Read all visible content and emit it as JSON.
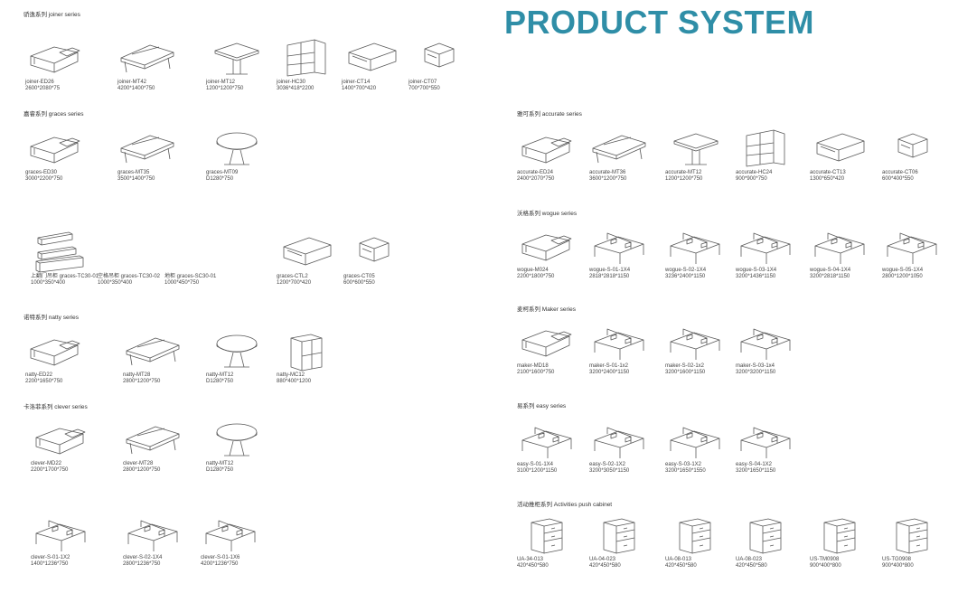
{
  "title": "PRODUCT SYSTEM",
  "colors": {
    "title": "#2f8ea7",
    "line": "#5a5a5a",
    "text": "#444444"
  },
  "series": [
    {
      "label": "骄逸系列 joiner series",
      "items": [
        {
          "model": "joiner-ED26",
          "size": "2600*2080*75",
          "icon": "desk-l-icon"
        },
        {
          "model": "joiner-MT42",
          "size": "4200*1400*750",
          "icon": "meeting-table-icon"
        },
        {
          "model": "joiner-MT12",
          "size": "1200*1200*750",
          "icon": "square-table-icon"
        },
        {
          "model": "joiner-HC30",
          "size": "3036*418*2200",
          "icon": "bookcase-icon"
        },
        {
          "model": "joiner-CT14",
          "size": "1400*700*420",
          "icon": "coffee-table-icon"
        },
        {
          "model": "joiner-CT07",
          "size": "700*700*550",
          "icon": "side-table-icon"
        }
      ]
    },
    {
      "label": "嘉睿系列 graces series",
      "items": [
        {
          "model": "graces-ED30",
          "size": "3000*2200*750",
          "icon": "desk-l-icon"
        },
        {
          "model": "graces-MT35",
          "size": "3500*1400*750",
          "icon": "meeting-table-icon"
        },
        {
          "model": "graces-MT09",
          "size": "D1280*750",
          "icon": "round-table-icon"
        },
        {
          "model": "上翻门吊柜 graces-TC30-01",
          "size": "1000*350*400",
          "icon": "wall-cabinet-icon"
        },
        {
          "model": "空格吊柜 graces-TC30-02",
          "size": "1000*350*400",
          "icon": "none"
        },
        {
          "model": "地柜 graces-SC30-01",
          "size": "1000*450*750",
          "icon": "none"
        },
        {
          "model": "graces-CTL2",
          "size": "1200*700*420",
          "icon": "coffee-table-icon"
        },
        {
          "model": "graces-CT05",
          "size": "600*600*550",
          "icon": "side-table-icon"
        }
      ]
    },
    {
      "label": "诺特系列 natty series",
      "items": [
        {
          "model": "natty-ED22",
          "size": "2200*1650*750",
          "icon": "desk-l-icon"
        },
        {
          "model": "natty-MT28",
          "size": "2800*1200*750",
          "icon": "meeting-table-icon"
        },
        {
          "model": "natty-MT12",
          "size": "D1280*750",
          "icon": "round-table-icon"
        },
        {
          "model": "natty-MC12",
          "size": "880*400*1200",
          "icon": "cabinet-icon"
        }
      ]
    },
    {
      "label": "卡洛菲系列 clever series",
      "items": [
        {
          "model": "clever-MD22",
          "size": "2200*1700*750",
          "icon": "desk-l-icon"
        },
        {
          "model": "clever-MT28",
          "size": "2800*1200*750",
          "icon": "meeting-table-icon"
        },
        {
          "model": "natty-MT12",
          "size": "D1280*750",
          "icon": "round-table-icon"
        },
        {
          "model": "clever-S-01-1X2",
          "size": "1400*1236*750",
          "icon": "workstation-icon"
        },
        {
          "model": "clever-S-02-1X4",
          "size": "2800*1236*750",
          "icon": "workstation-icon"
        },
        {
          "model": "clever-S-01-1X6",
          "size": "4200*1236*750",
          "icon": "workstation-icon"
        }
      ]
    },
    {
      "label": "雅可系列 accurate series",
      "items": [
        {
          "model": "accurate-ED24",
          "size": "2400*2070*750",
          "icon": "desk-l-icon"
        },
        {
          "model": "accurate-MT36",
          "size": "3600*1200*750",
          "icon": "meeting-table-icon"
        },
        {
          "model": "accurate-MT12",
          "size": "1200*1200*750",
          "icon": "square-table-icon"
        },
        {
          "model": "accurate-HC24",
          "size": "900*900*750",
          "icon": "bookcase-icon"
        },
        {
          "model": "accurate-CT13",
          "size": "1300*650*420",
          "icon": "coffee-table-icon"
        },
        {
          "model": "accurate-CT06",
          "size": "600*400*550",
          "icon": "side-table-icon"
        }
      ]
    },
    {
      "label": "沃格系列 wogue series",
      "items": [
        {
          "model": "wogue-M024",
          "size": "2200*1800*750",
          "icon": "desk-l-icon"
        },
        {
          "model": "wogue-S-01-1X4",
          "size": "2818*2818*1150",
          "icon": "workstation-icon"
        },
        {
          "model": "wogue-S-02-1X4",
          "size": "3236*2400*1150",
          "icon": "workstation-icon"
        },
        {
          "model": "wogue-S-03-1X4",
          "size": "3200*1436*1150",
          "icon": "workstation-icon"
        },
        {
          "model": "wogue-S-04-1X4",
          "size": "3200*2818*1150",
          "icon": "workstation-icon"
        },
        {
          "model": "wogue-S-05-1X4",
          "size": "2800*1200*1050",
          "icon": "workstation-icon"
        }
      ]
    },
    {
      "label": "麦柯系列 Maker series",
      "items": [
        {
          "model": "maker-MD18",
          "size": "2100*1600*750",
          "icon": "desk-l-icon"
        },
        {
          "model": "maker-S-01-1x2",
          "size": "3200*2400*1150",
          "icon": "workstation-icon"
        },
        {
          "model": "maker-S-02-1x2",
          "size": "3200*1600*1150",
          "icon": "workstation-icon"
        },
        {
          "model": "maker-S-03-1x4",
          "size": "3200*3200*1150",
          "icon": "workstation-icon"
        }
      ]
    },
    {
      "label": "易系列 easy series",
      "items": [
        {
          "model": "easy-S-01-1X4",
          "size": "3100*1200*1150",
          "icon": "workstation-icon"
        },
        {
          "model": "easy-S-02-1X2",
          "size": "3200*3050*1150",
          "icon": "workstation-icon"
        },
        {
          "model": "easy-S-03-1X2",
          "size": "3200*1650*1550",
          "icon": "workstation-icon"
        },
        {
          "model": "easy-S-04-1X2",
          "size": "3200*1650*1150",
          "icon": "workstation-icon"
        }
      ]
    },
    {
      "label": "活动推柜系列 Activities push cabinet",
      "items": [
        {
          "model": "UA-34-013",
          "size": "420*450*580",
          "icon": "drawer-cabinet-icon"
        },
        {
          "model": "UA-04-023",
          "size": "420*450*580",
          "icon": "drawer-cabinet-icon"
        },
        {
          "model": "UA-08-013",
          "size": "420*450*580",
          "icon": "drawer-cabinet-icon"
        },
        {
          "model": "UA-08-023",
          "size": "420*450*580",
          "icon": "drawer-cabinet-icon"
        },
        {
          "model": "US-TM0908",
          "size": "900*400*800",
          "icon": "drawer-cabinet-icon"
        },
        {
          "model": "US-TG0908",
          "size": "900*400*800",
          "icon": "drawer-cabinet-icon"
        }
      ]
    }
  ]
}
